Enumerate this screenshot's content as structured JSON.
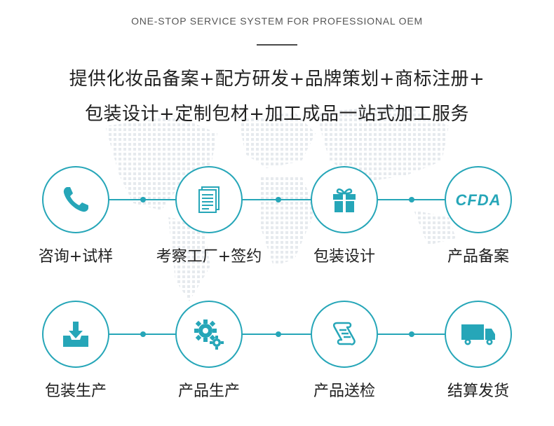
{
  "header": {
    "subtitle": "ONE-STOP SERVICE SYSTEM FOR PROFESSIONAL OEM",
    "headline_line1": "提供化妆品备案+配方研发+品牌策划+商标注册+",
    "headline_line2": "包装设计+定制包材+加工成品一站式加工服务"
  },
  "colors": {
    "accent": "#26a6b8",
    "text": "#1f1f1f",
    "subtitle": "#555555"
  },
  "steps": [
    {
      "label": "咨询+试样",
      "icon": "phone-icon"
    },
    {
      "label": "考察工厂+签约",
      "icon": "document-icon"
    },
    {
      "label": "包装设计",
      "icon": "gift-icon"
    },
    {
      "label": "产品备案",
      "icon": "cfda-icon",
      "icon_text": "CFDA"
    },
    {
      "label": "包装生产",
      "icon": "download-tray-icon"
    },
    {
      "label": "产品生产",
      "icon": "gears-icon"
    },
    {
      "label": "产品送检",
      "icon": "scroll-icon"
    },
    {
      "label": "结算发货",
      "icon": "truck-icon"
    }
  ]
}
